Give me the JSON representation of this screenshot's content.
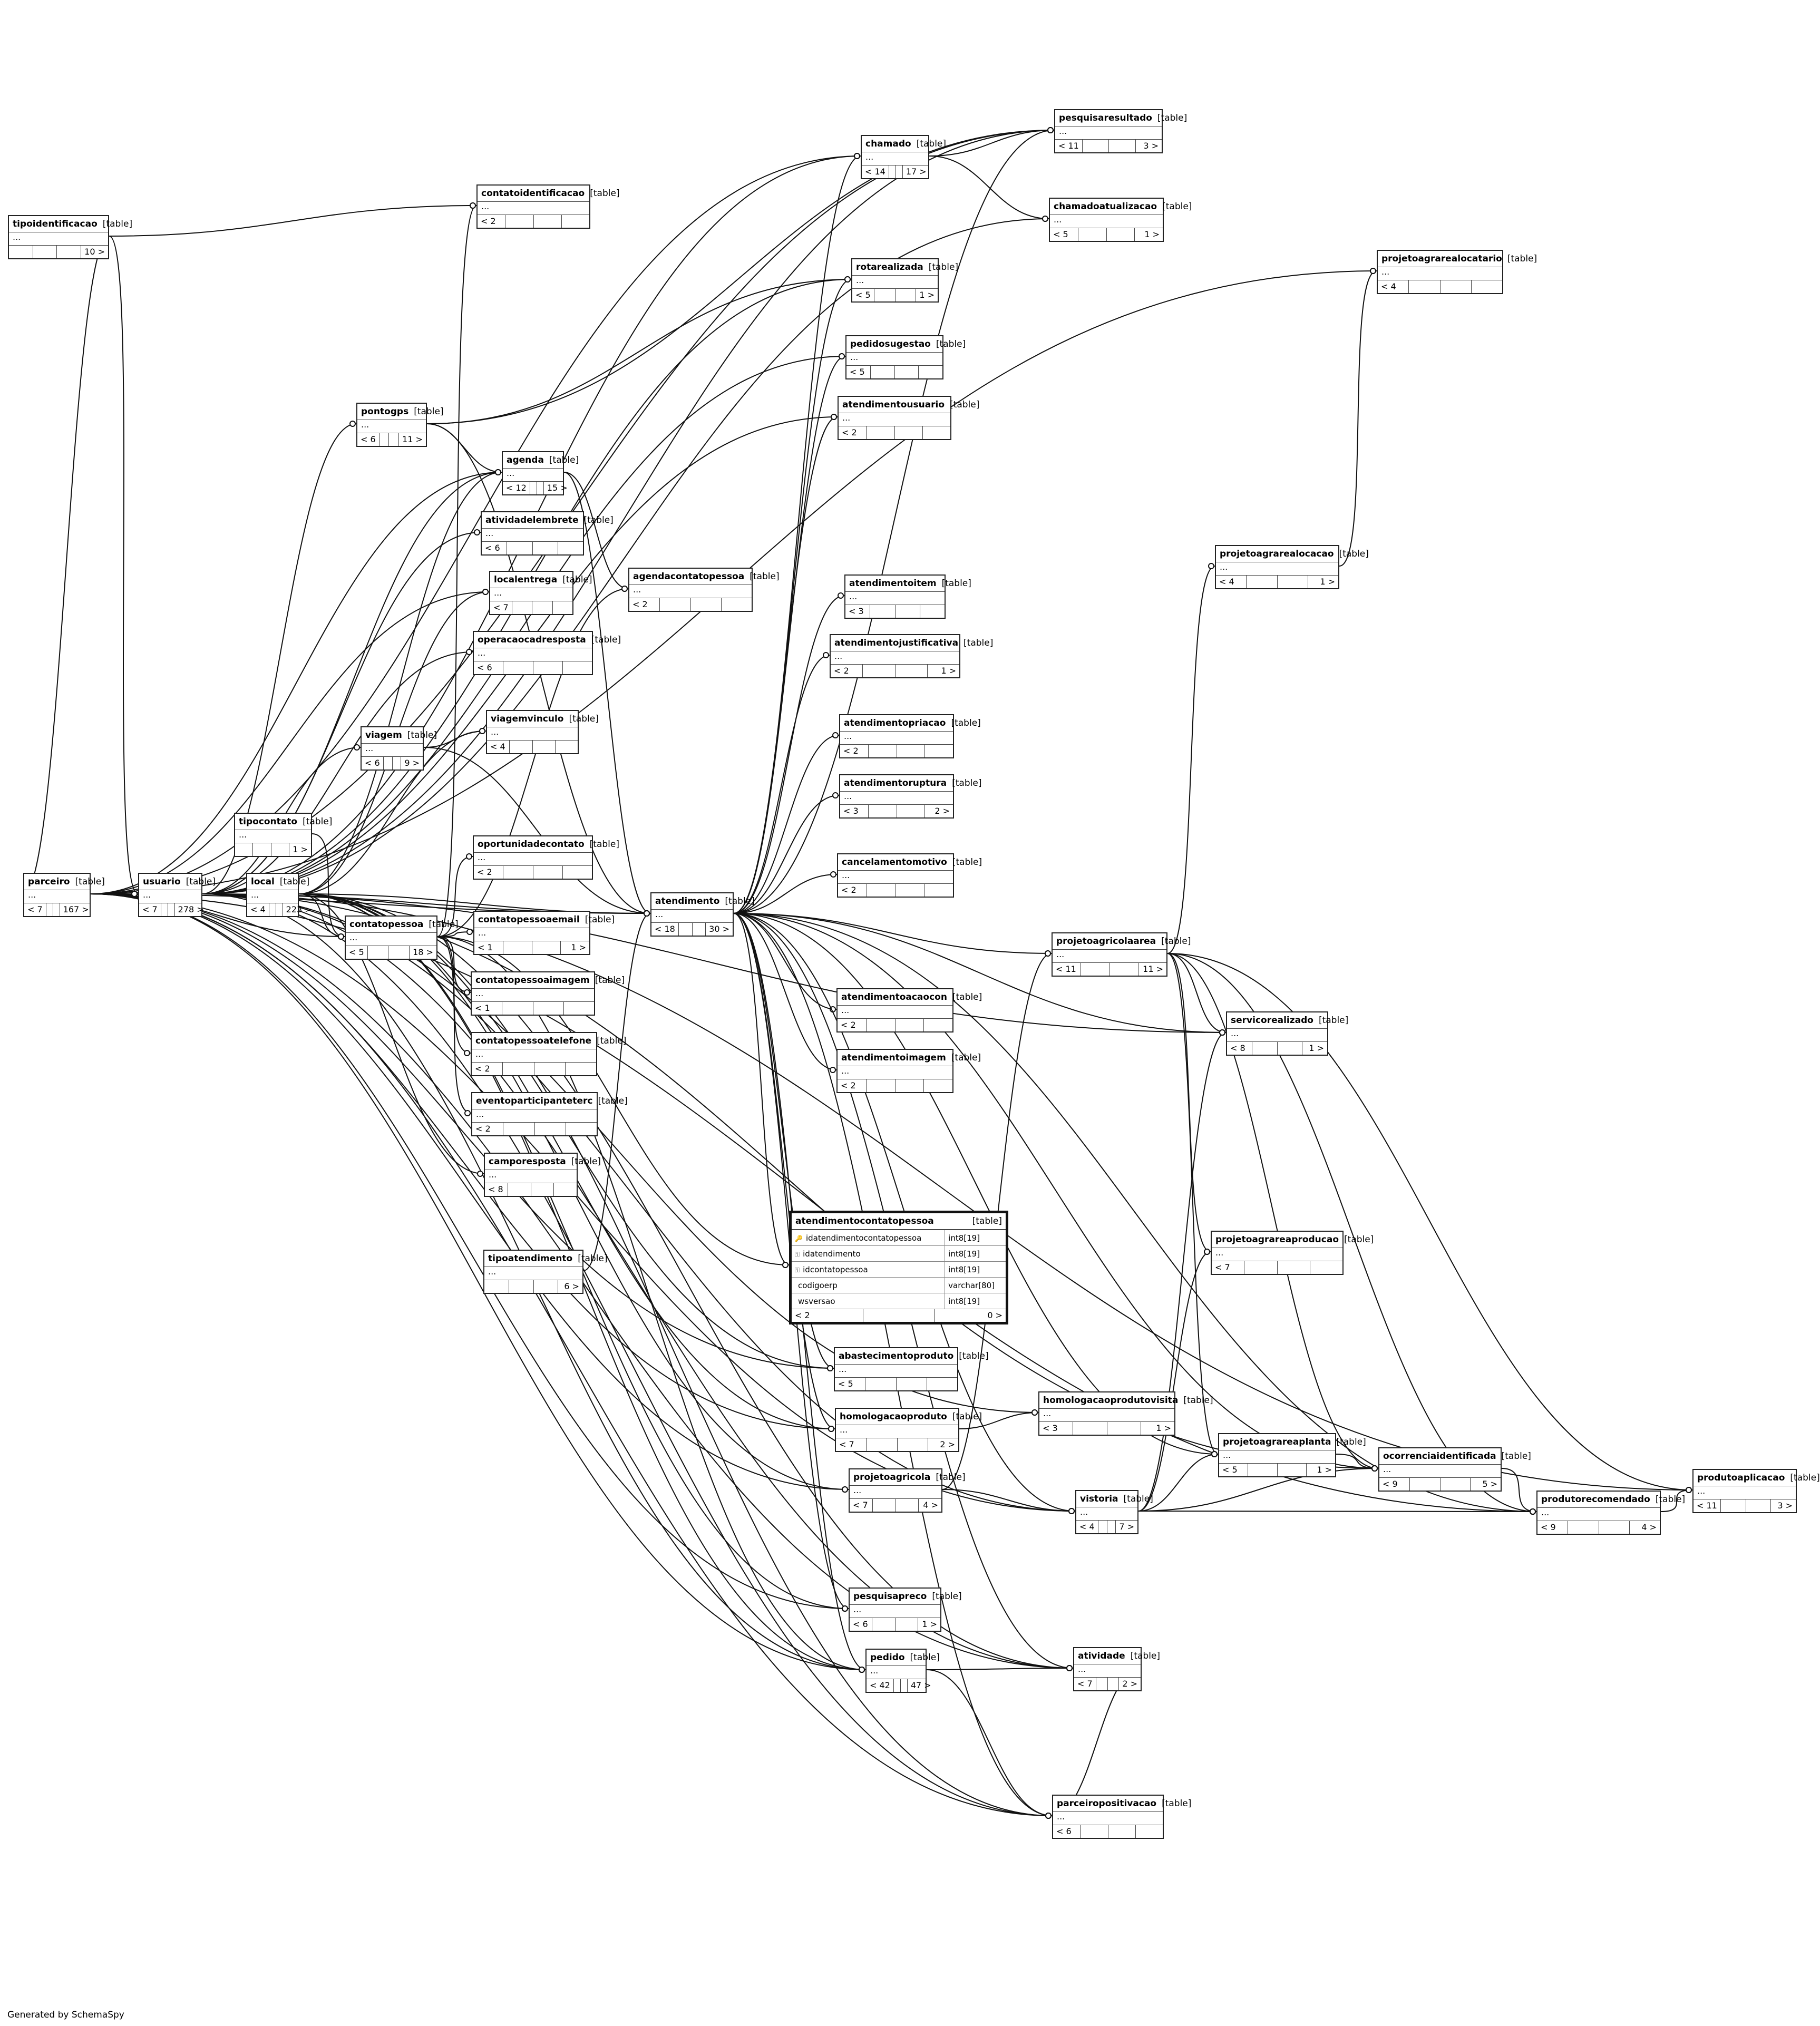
{
  "diagram": {
    "credit": "Generated by SchemaSpy",
    "table_tag": "[table]",
    "placeholder": "...",
    "tables": [
      {
        "id": "tipoidentificacao",
        "name": "tipoidentificacao",
        "left": "",
        "right": "10 >"
      },
      {
        "id": "parceiro",
        "name": "parceiro",
        "left": "< 7",
        "right": "167 >"
      },
      {
        "id": "usuario",
        "name": "usuario",
        "left": "< 7",
        "right": "278 >"
      },
      {
        "id": "local",
        "name": "local",
        "left": "< 4",
        "right": "223 >"
      },
      {
        "id": "tipocontato",
        "name": "tipocontato",
        "left": "",
        "right": "1 >"
      },
      {
        "id": "pontogps",
        "name": "pontogps",
        "left": "< 6",
        "right": "11 >"
      },
      {
        "id": "viagem",
        "name": "viagem",
        "left": "< 6",
        "right": "9 >"
      },
      {
        "id": "contatopessoa",
        "name": "contatopessoa",
        "left": "< 5",
        "right": "18 >"
      },
      {
        "id": "contatoidentificacao",
        "name": "contatoidentificacao",
        "left": "< 2",
        "right": ""
      },
      {
        "id": "agenda",
        "name": "agenda",
        "left": "< 12",
        "right": "15 >"
      },
      {
        "id": "atividadelembrete",
        "name": "atividadelembrete",
        "left": "< 6",
        "right": ""
      },
      {
        "id": "localentrega",
        "name": "localentrega",
        "left": "< 7",
        "right": ""
      },
      {
        "id": "operacaocadresposta",
        "name": "operacaocadresposta",
        "left": "< 6",
        "right": ""
      },
      {
        "id": "viagemvinculo",
        "name": "viagemvinculo",
        "left": "< 4",
        "right": ""
      },
      {
        "id": "oportunidadecontato",
        "name": "oportunidadecontato",
        "left": "< 2",
        "right": ""
      },
      {
        "id": "contatopessoaemail",
        "name": "contatopessoaemail",
        "left": "< 1",
        "right": "1 >"
      },
      {
        "id": "contatopessoaimagem",
        "name": "contatopessoaimagem",
        "left": "< 1",
        "right": ""
      },
      {
        "id": "contatopessoatelefone",
        "name": "contatopessoatelefone",
        "left": "< 2",
        "right": ""
      },
      {
        "id": "eventoparticipanteterc",
        "name": "eventoparticipanteterc",
        "left": "< 2",
        "right": ""
      },
      {
        "id": "camporesposta",
        "name": "camporesposta",
        "left": "< 8",
        "right": ""
      },
      {
        "id": "tipoatendimento",
        "name": "tipoatendimento",
        "left": "",
        "right": "6 >"
      },
      {
        "id": "agendacontatopessoa",
        "name": "agendacontatopessoa",
        "left": "< 2",
        "right": ""
      },
      {
        "id": "atendimento",
        "name": "atendimento",
        "left": "< 18",
        "right": "30 >"
      },
      {
        "id": "chamado",
        "name": "chamado",
        "left": "< 14",
        "right": "17 >"
      },
      {
        "id": "rotarealizada",
        "name": "rotarealizada",
        "left": "< 5",
        "right": "1 >"
      },
      {
        "id": "pedidosugestao",
        "name": "pedidosugestao",
        "left": "< 5",
        "right": ""
      },
      {
        "id": "atendimentousuario",
        "name": "atendimentousuario",
        "left": "< 2",
        "right": ""
      },
      {
        "id": "atendimentoitem",
        "name": "atendimentoitem",
        "left": "< 3",
        "right": ""
      },
      {
        "id": "atendimentojustificativa",
        "name": "atendimentojustificativa",
        "left": "< 2",
        "right": "1 >"
      },
      {
        "id": "atendimentopriacao",
        "name": "atendimentopriacao",
        "left": "< 2",
        "right": ""
      },
      {
        "id": "atendimentoruptura",
        "name": "atendimentoruptura",
        "left": "< 3",
        "right": "2 >"
      },
      {
        "id": "cancelamentomotivo",
        "name": "cancelamentomotivo",
        "left": "< 2",
        "right": ""
      },
      {
        "id": "atendimentoacaocon",
        "name": "atendimentoacaocon",
        "left": "< 2",
        "right": ""
      },
      {
        "id": "atendimentoimagem",
        "name": "atendimentoimagem",
        "left": "< 2",
        "right": ""
      },
      {
        "id": "abastecimentoproduto",
        "name": "abastecimentoproduto",
        "left": "< 5",
        "right": ""
      },
      {
        "id": "homologacaoproduto",
        "name": "homologacaoproduto",
        "left": "< 7",
        "right": "2 >"
      },
      {
        "id": "projetoagricola",
        "name": "projetoagricola",
        "left": "< 7",
        "right": "4 >"
      },
      {
        "id": "pesquisapreco",
        "name": "pesquisapreco",
        "left": "< 6",
        "right": "1 >"
      },
      {
        "id": "pedido",
        "name": "pedido",
        "left": "< 42",
        "right": "47 >"
      },
      {
        "id": "pesquisaresultado",
        "name": "pesquisaresultado",
        "left": "< 11",
        "right": "3 >"
      },
      {
        "id": "chamadoatualizacao",
        "name": "chamadoatualizacao",
        "left": "< 5",
        "right": "1 >"
      },
      {
        "id": "projetoagricolaarea",
        "name": "projetoagricolaarea",
        "left": "< 11",
        "right": "11 >"
      },
      {
        "id": "homologacaoprodutovisita",
        "name": "homologacaoprodutovisita",
        "left": "< 3",
        "right": "1 >"
      },
      {
        "id": "vistoria",
        "name": "vistoria",
        "left": "< 4",
        "right": "7 >"
      },
      {
        "id": "atividade",
        "name": "atividade",
        "left": "< 7",
        "right": "2 >"
      },
      {
        "id": "parceiropositivacao",
        "name": "parceiropositivacao",
        "left": "< 6",
        "right": ""
      },
      {
        "id": "projetoagrarealocatario",
        "name": "projetoagrarealocatario",
        "left": "< 4",
        "right": ""
      },
      {
        "id": "projetoagrarealocacao",
        "name": "projetoagrarealocacao",
        "left": "< 4",
        "right": "1 >"
      },
      {
        "id": "servicorealizado",
        "name": "servicorealizado",
        "left": "< 8",
        "right": "1 >"
      },
      {
        "id": "projetoagrareaproducao",
        "name": "projetoagrareaproducao",
        "left": "< 7",
        "right": ""
      },
      {
        "id": "projetoagrareaplanta",
        "name": "projetoagrareaplanta",
        "left": "< 5",
        "right": "1 >"
      },
      {
        "id": "ocorrenciaidentificada",
        "name": "ocorrenciaidentificada",
        "left": "< 9",
        "right": "5 >"
      },
      {
        "id": "produtorecomendado",
        "name": "produtorecomendado",
        "left": "< 9",
        "right": "4 >"
      },
      {
        "id": "produtoaplicacao",
        "name": "produtoaplicacao",
        "left": "< 11",
        "right": "3 >"
      }
    ],
    "focus_table": {
      "name": "atendimentocontatopessoa",
      "tag": "[table]",
      "columns": [
        {
          "name": "idatendimentocontatopessoa",
          "type": "int8[19]",
          "key": "🔑"
        },
        {
          "name": "idatendimento",
          "type": "int8[19]",
          "key": "⚿"
        },
        {
          "name": "idcontatopessoa",
          "type": "int8[19]",
          "key": "⚿"
        },
        {
          "name": "codigoerp",
          "type": "varchar[80]",
          "key": ""
        },
        {
          "name": "wsversao",
          "type": "int8[19]",
          "key": ""
        }
      ],
      "left": "< 2",
      "right": "0 >"
    }
  }
}
